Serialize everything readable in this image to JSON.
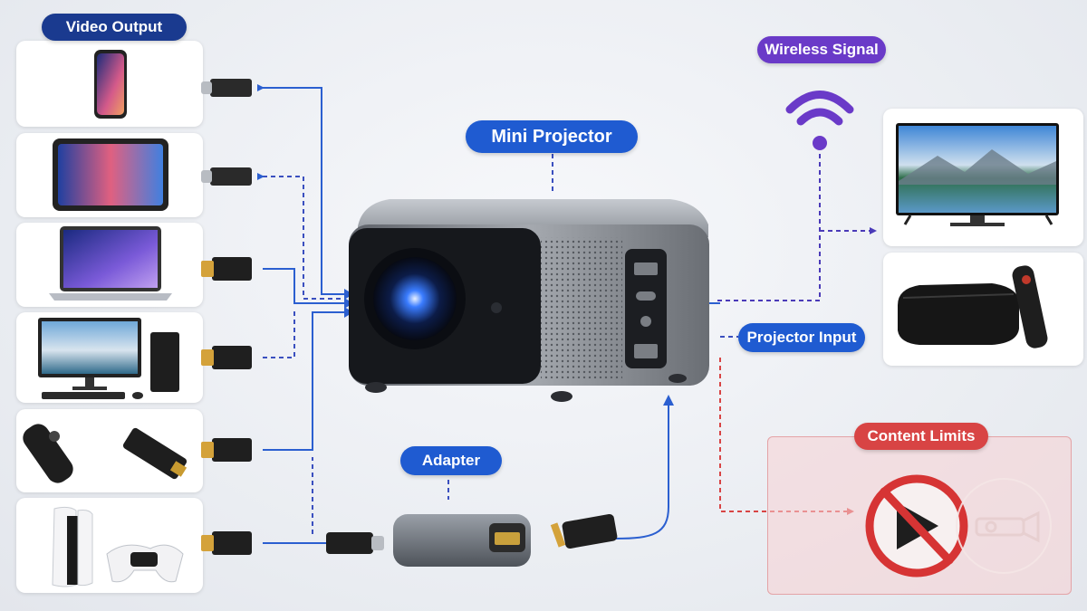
{
  "labels": {
    "video_output": "Video Output",
    "wireless_signal": "Wireless Signal",
    "mini_projector": "Mini Projector",
    "projector_input": "Projector Input",
    "adapter": "Adapter",
    "content_limits": "Content Limits"
  },
  "colors": {
    "navy": "#1a3a8f",
    "blue": "#1f5bd1",
    "purple": "#6a3ac8",
    "red": "#d84444",
    "cable_line": "#2b5fd0",
    "dashed_line": "#3a4fbf"
  },
  "sources": [
    {
      "name": "smartphone-icon"
    },
    {
      "name": "tablet-icon"
    },
    {
      "name": "laptop-icon"
    },
    {
      "name": "desktop-pc-icon"
    },
    {
      "name": "streaming-stick-icon"
    },
    {
      "name": "game-console-icon"
    }
  ],
  "outputs": [
    {
      "name": "television-icon"
    },
    {
      "name": "streaming-box-icon"
    }
  ]
}
